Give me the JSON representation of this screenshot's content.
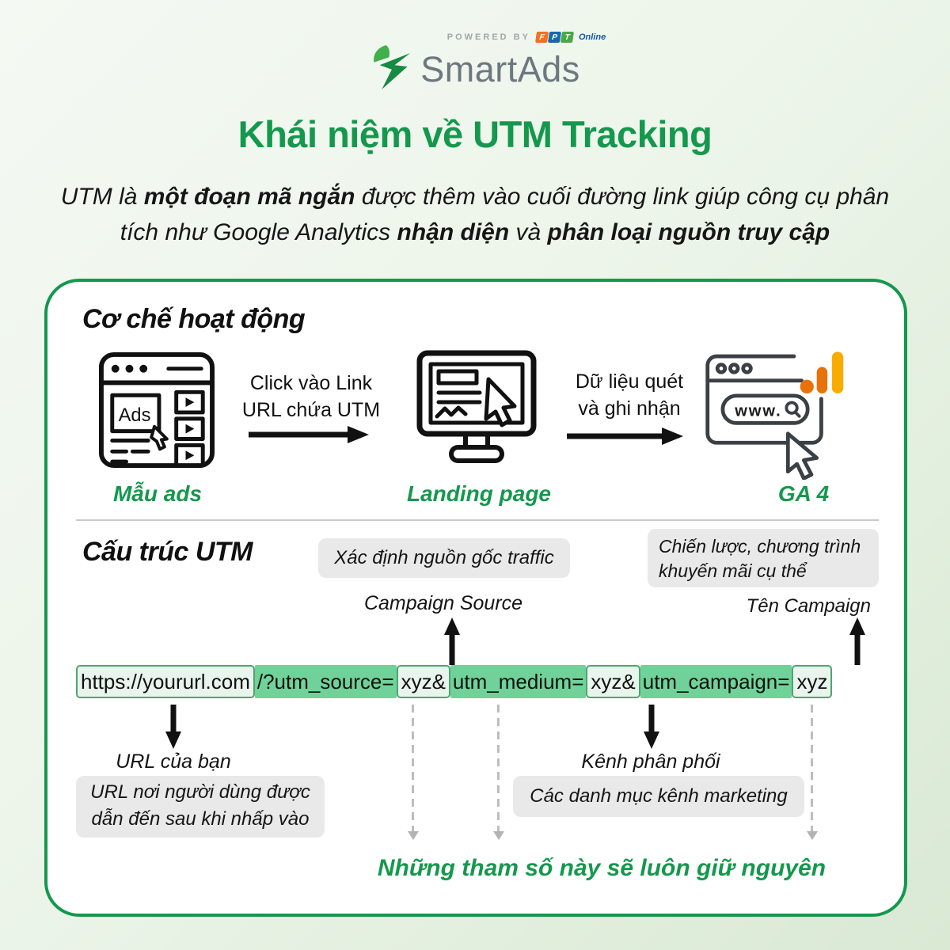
{
  "brand": {
    "powered_by": "POWERED BY",
    "fpt_f": "F",
    "fpt_p": "P",
    "fpt_t": "T",
    "fpt_suffix": "Online",
    "name": "SmartAds"
  },
  "title": "Khái niệm về UTM Tracking",
  "intro": {
    "p1": "UTM là ",
    "p2": "một đoạn mã ngắn",
    "p3": " được thêm vào cuối đường link giúp công cụ phân tích như Google Analytics ",
    "p4": "nhận diện",
    "p5": " và ",
    "p6": "phân loại nguồn truy cập"
  },
  "mechanism": {
    "heading": "Cơ chế hoạt động",
    "ads_icon_text": "Ads",
    "ga_url_text": "www.",
    "step1_label": "Mẫu ads",
    "step2_label": "Landing page",
    "step3_label": "GA 4",
    "arrow1_line1": "Click vào Link",
    "arrow1_line2": "URL chứa UTM",
    "arrow2_line1": "Dữ liệu quét",
    "arrow2_line2": "và ghi nhận"
  },
  "structure": {
    "heading": "Cấu trúc UTM",
    "source_note": "Xác định nguồn gốc traffic",
    "source_label": "Campaign Source",
    "campaign_note": "Chiến lược, chương trình khuyến mãi cụ thể",
    "campaign_label": "Tên Campaign",
    "url_segments": [
      {
        "text": "https://yoururl.com"
      },
      {
        "text": "/?utm_source="
      },
      {
        "text": "xyz&"
      },
      {
        "text": "utm_medium="
      },
      {
        "text": "xyz&"
      },
      {
        "text": "utm_campaign="
      },
      {
        "text": "xyz"
      }
    ],
    "url_label": "URL của bạn",
    "url_note": "URL nơi người dùng được dẫn đến sau khi nhấp vào",
    "medium_label": "Kênh phân phối",
    "medium_note": "Các danh mục kênh marketing",
    "footer_note": "Những tham số này sẽ luôn giữ nguyên"
  },
  "colors": {
    "brand_green": "#14984d",
    "segment_green": "#70d299",
    "segment_light": "#e9f4ec",
    "note_gray": "#e9e9e9",
    "ga_orange": "#e8710a",
    "ga_yellow": "#f9ab00"
  }
}
